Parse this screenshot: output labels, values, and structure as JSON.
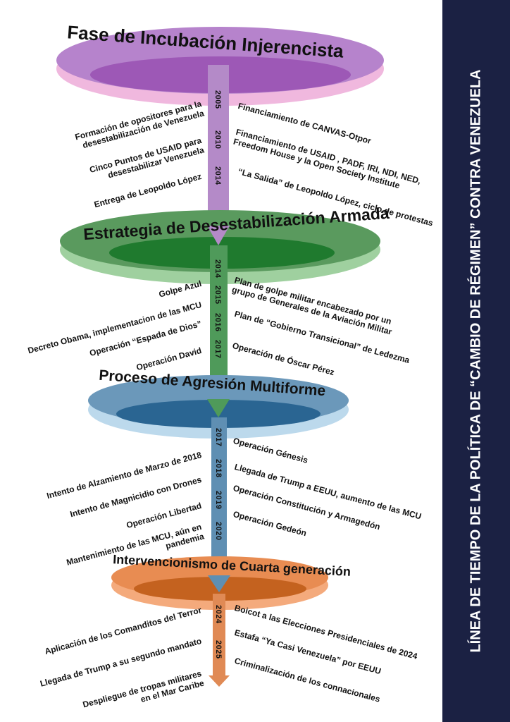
{
  "sidebar_title": "LÍNEA DE TIEMPO DE LA POLÍTICA DE “CAMBIO DE RÉGIMEN” CONTRA VENEZUELA",
  "colors": {
    "sidebar": "#1b2143",
    "phase1": "#a96bc2",
    "phase2": "#3f8a48",
    "phase3": "#3f78a3",
    "phase4": "#e0834a"
  },
  "phases": [
    {
      "title": "Fase de Incubación Injerencista",
      "years": [
        "2005",
        "2010",
        "2014"
      ],
      "left": [
        "Formación de opositores para la desestabilización de Venezuela",
        "Cinco Puntos de USAID para desestabilizar Venezuela",
        "Entrega de Leopoldo López"
      ],
      "right": [
        "Financiamiento de CANVAS-Otpor",
        "Financiamiento de USAID , PADF, IRI, NDI, NED, Freedom House y la Open Society Institute",
        "“La Salida” de Leopoldo López, ciclo de protestas"
      ]
    },
    {
      "title": "Estrategia de Desestabilización Armada",
      "years": [
        "2014",
        "2015",
        "2016",
        "2017"
      ],
      "left": [
        "Golpe Azul",
        "Decreto Obama, implementacion de las MCU",
        "Operación “Espada de Dios”",
        "Operación David"
      ],
      "right": [
        "Plan de golpe militar encabezado por un grupo de Generales de la Aviación Militar",
        "Plan de “Gobierno Transicional” de Ledezma",
        "Operación de Óscar Pérez"
      ]
    },
    {
      "title": "Proceso de Agresión Multiforme",
      "years": [
        "2017",
        "2018",
        "2019",
        "2020"
      ],
      "left": [
        "Intento de Alzamiento de Marzo de 2018",
        "Intento de Magnicidio con Drones",
        "Operación Libertad",
        "Mantenimiento de las MCU, aún en pandemia"
      ],
      "right": [
        "Operación Génesis",
        "Llegada de Trump a EEUU, aumento de las MCU",
        "Operación Constitución y Armagedón",
        "Operación Gedeón"
      ]
    },
    {
      "title": "Intervencionismo de Cuarta generación",
      "years": [
        "2024",
        "2025"
      ],
      "left": [
        "Aplicación de los Comanditos del Terror",
        "Llegada de Trump a su segundo mandato",
        "Despliegue de tropas militares en el Mar Caribe"
      ],
      "right": [
        "Boicot a las Elecciones Presidenciales de 2024",
        "Estafa “Ya Casi Venezuela” por EEUU",
        "Criminalización de los connacionales"
      ]
    }
  ]
}
